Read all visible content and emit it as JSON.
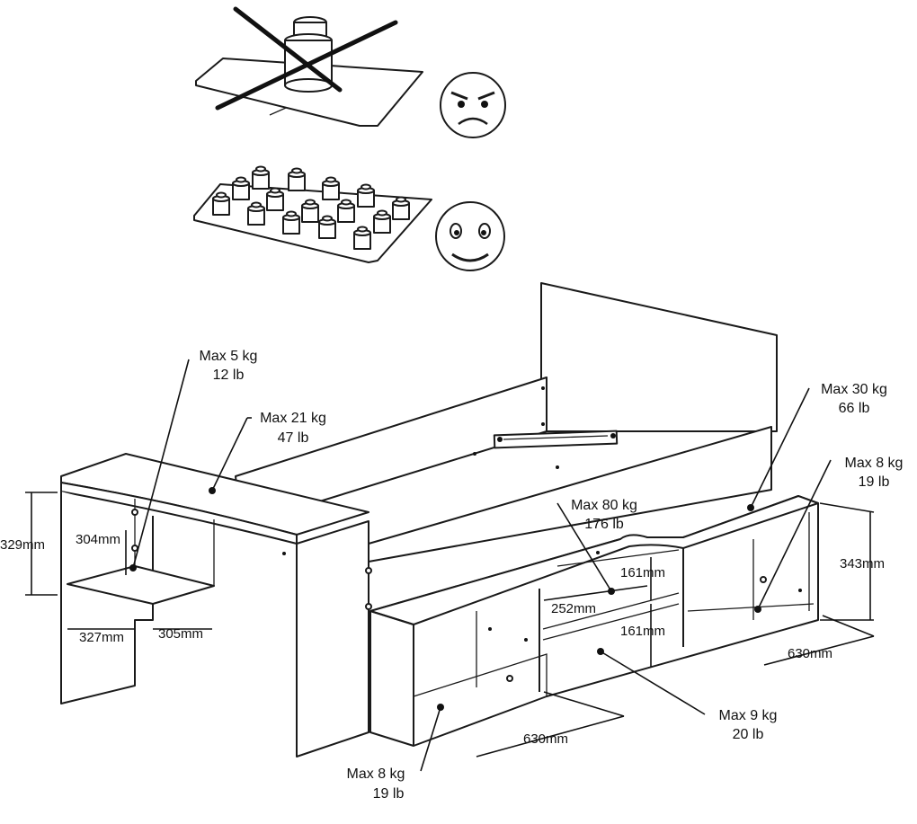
{
  "weight_warning": {
    "bad_icon": "angry-face-icon",
    "good_icon": "smiley-face-icon"
  },
  "load_labels": {
    "desk_shelf": {
      "kg": "Max 5 kg",
      "lb": "12 lb"
    },
    "desk_top": {
      "kg": "Max 21 kg",
      "lb": "47 lb"
    },
    "bed_top_right": {
      "kg": "Max 30 kg",
      "lb": "66 lb"
    },
    "end_shelf": {
      "kg": "Max 8 kg",
      "lb": "19 lb"
    },
    "mid_shelf": {
      "kg": "Max 80 kg",
      "lb": "176 lb"
    },
    "mid_bottom": {
      "kg": "Max 9 kg",
      "lb": "20 lb"
    },
    "front_bottom": {
      "kg": "Max 8 kg",
      "lb": "19 lb"
    }
  },
  "dimensions": {
    "desk_height": "329mm",
    "desk_shelf_height": "304mm",
    "desk_depth": "327mm",
    "desk_shelf_depth": "305mm",
    "mid_shelf_upper": "161mm",
    "mid_shelf_lower": "161mm",
    "mid_shelf_width": "252mm",
    "end_height": "343mm",
    "end_width": "630mm",
    "front_width": "630mm"
  }
}
